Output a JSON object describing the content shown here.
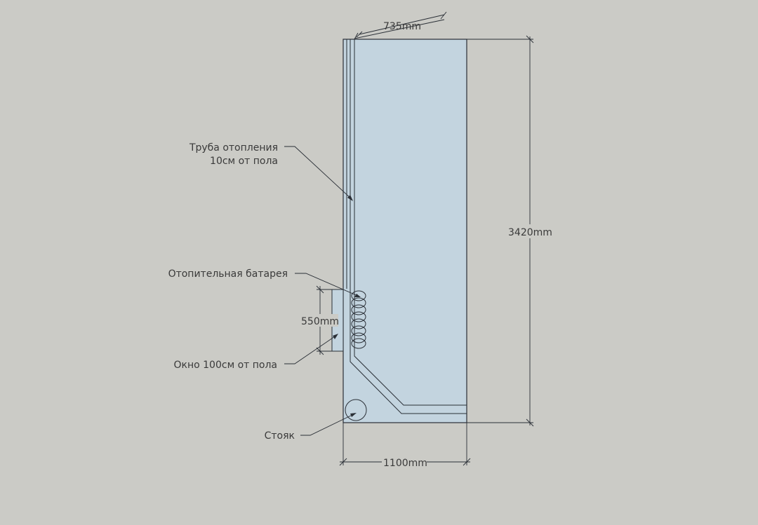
{
  "dimensions": {
    "depth_label": "735mm",
    "height_label": "3420mm",
    "width_label": "1100mm",
    "window_label": "550mm"
  },
  "annotations": {
    "pipe_line1": "Труба отопления",
    "pipe_line2": "10см от пола",
    "radiator": "Отопительная батарея",
    "window": "Окно 100см от пола",
    "riser": "Стояк"
  },
  "colors": {
    "background": "#cbcbc6",
    "room_fill": "#c3d4df",
    "stroke": "#2a2f36",
    "text": "#3a3a3a"
  }
}
